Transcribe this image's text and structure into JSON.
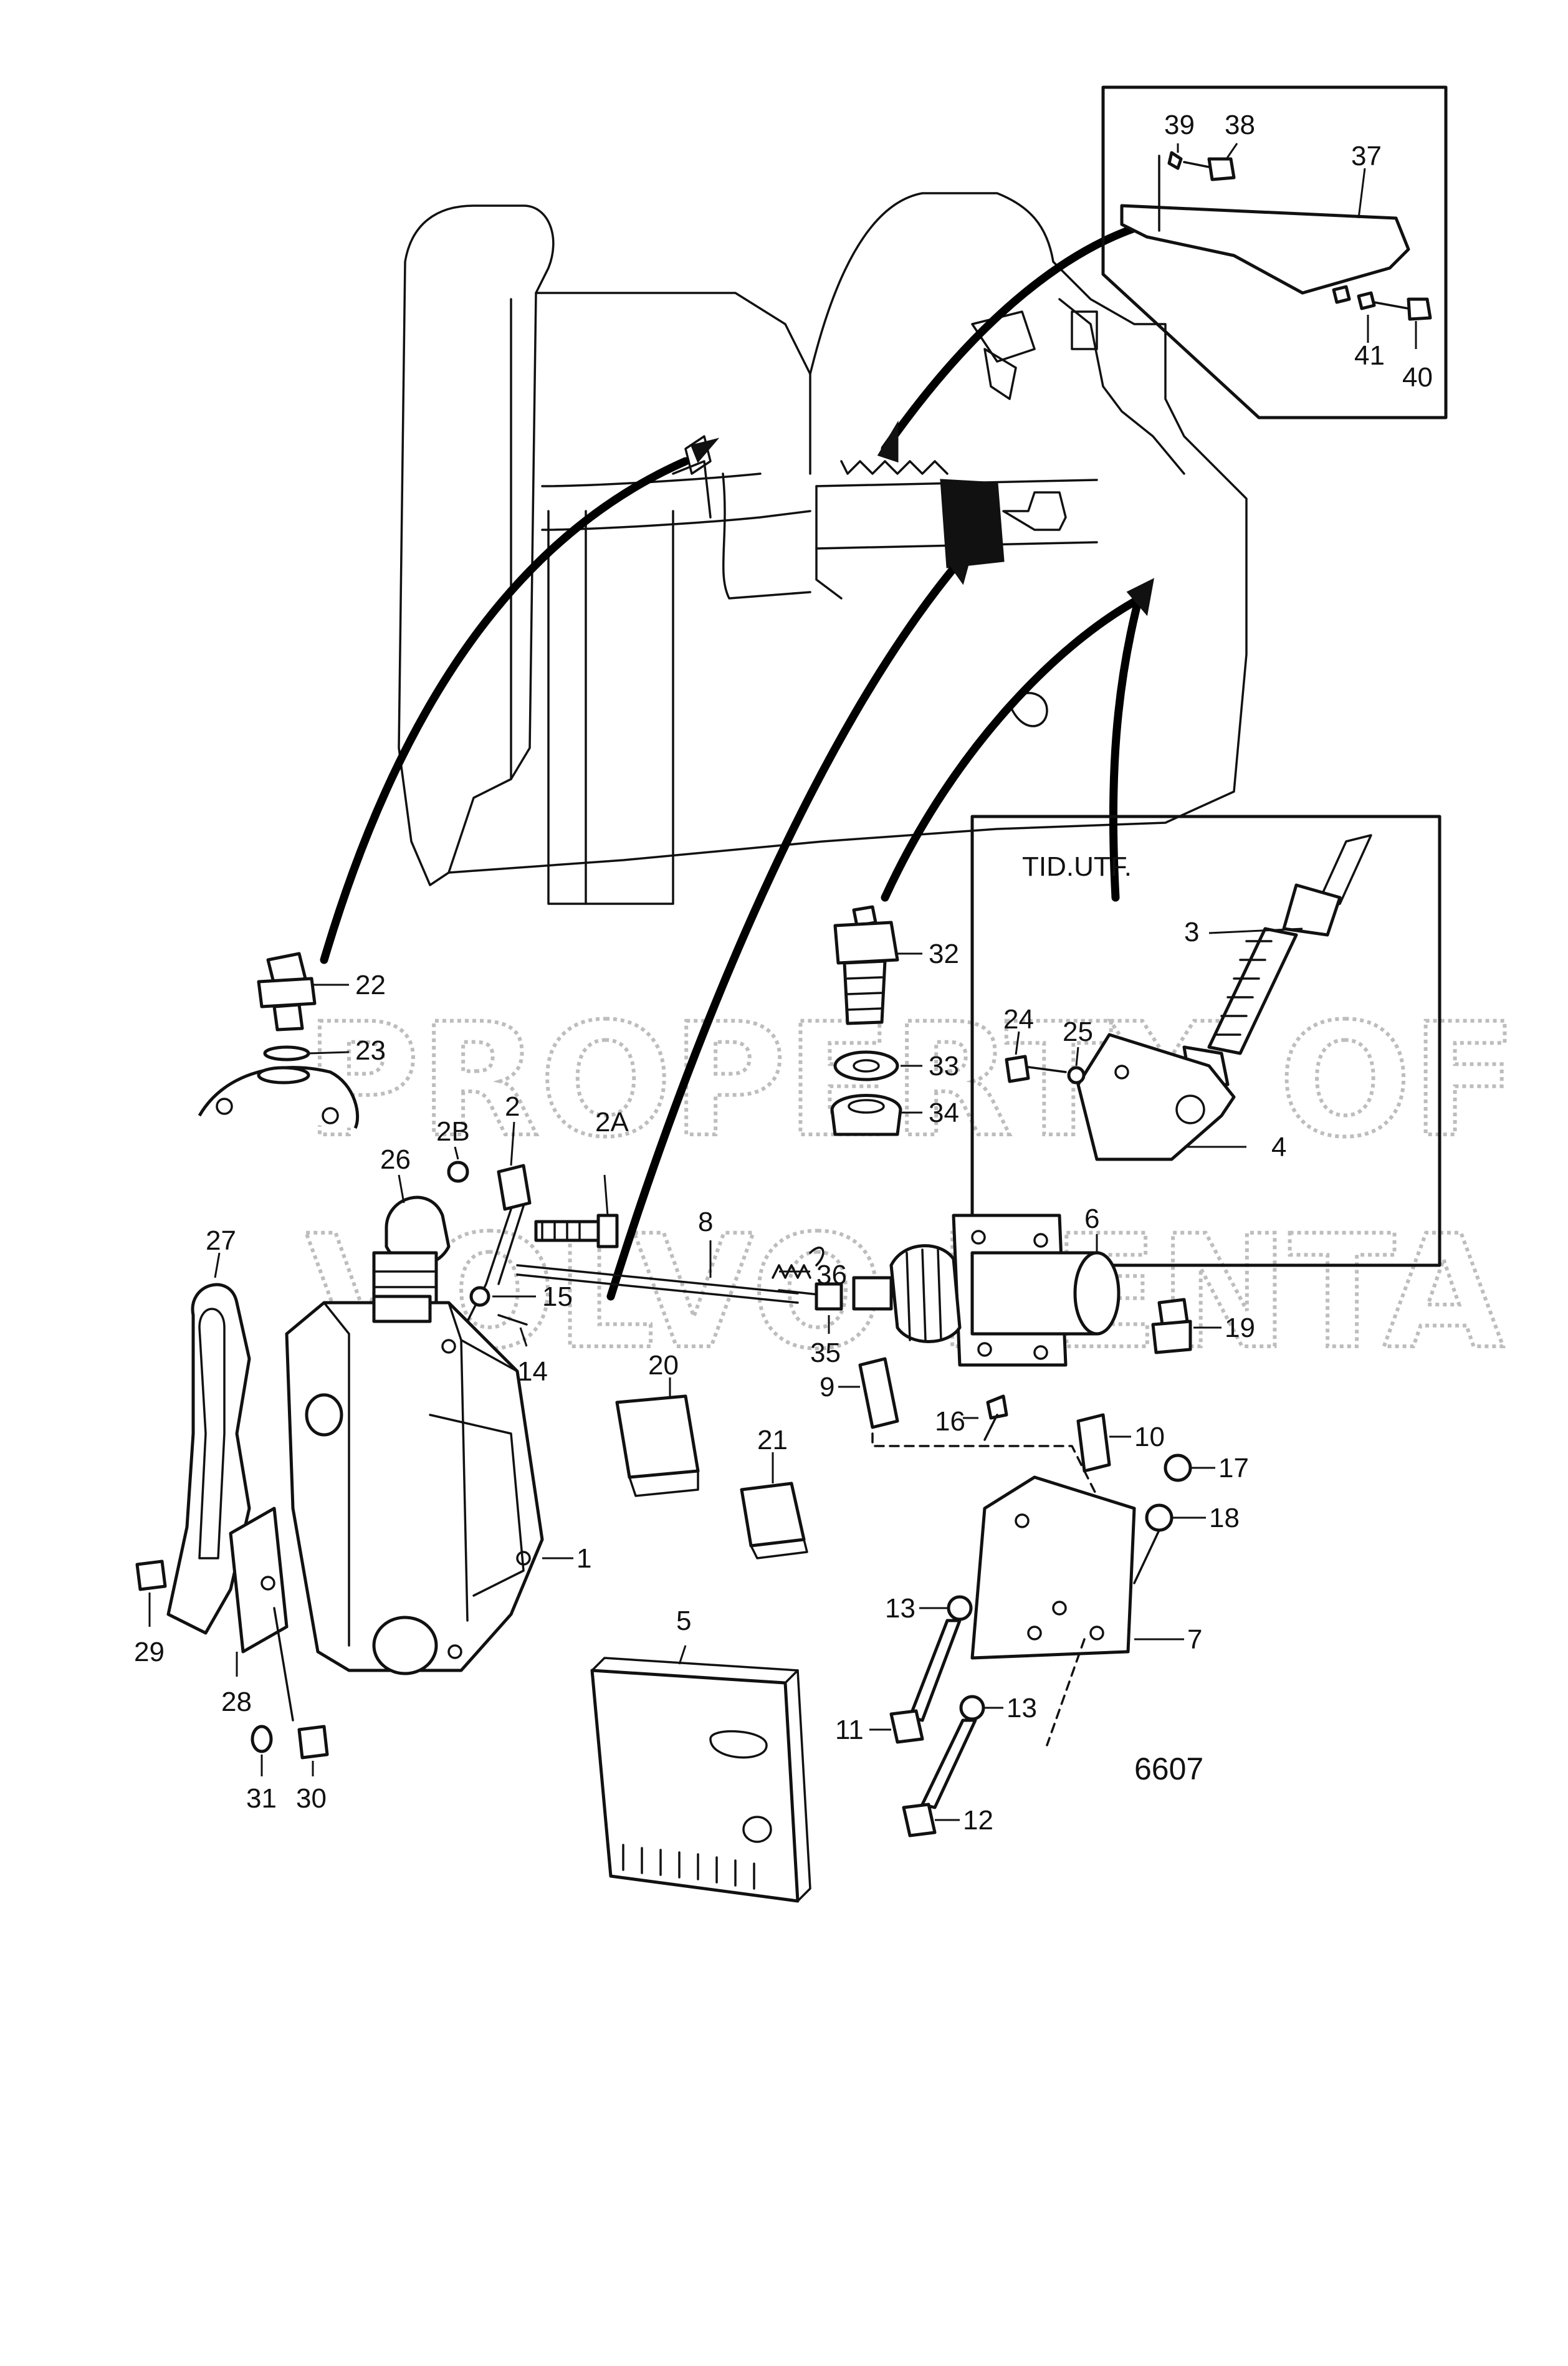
{
  "watermark": {
    "line1": "PROPERTY OF",
    "line2": "VOLVO PENTA"
  },
  "figure_number": "6607",
  "inset_note": "TID.UTF.",
  "part_numbers": {
    "p1": "1",
    "p2": "2",
    "p2A": "2A",
    "p2B": "2B",
    "p3": "3",
    "p4": "4",
    "p5": "5",
    "p6": "6",
    "p7": "7",
    "p8": "8",
    "p9": "9",
    "p10": "10",
    "p11": "11",
    "p12": "12",
    "p13a": "13",
    "p13b": "13",
    "p14": "14",
    "p15": "15",
    "p16": "16",
    "p17": "17",
    "p18": "18",
    "p19": "19",
    "p20": "20",
    "p21": "21",
    "p22": "22",
    "p23": "23",
    "p24": "24",
    "p25": "25",
    "p26": "26",
    "p27": "27",
    "p28": "28",
    "p29": "29",
    "p30": "30",
    "p31": "31",
    "p32": "32",
    "p33": "33",
    "p34": "34",
    "p35": "35",
    "p36": "36",
    "p37": "37",
    "p38": "38",
    "p39": "39",
    "p40": "40",
    "p41": "41"
  }
}
